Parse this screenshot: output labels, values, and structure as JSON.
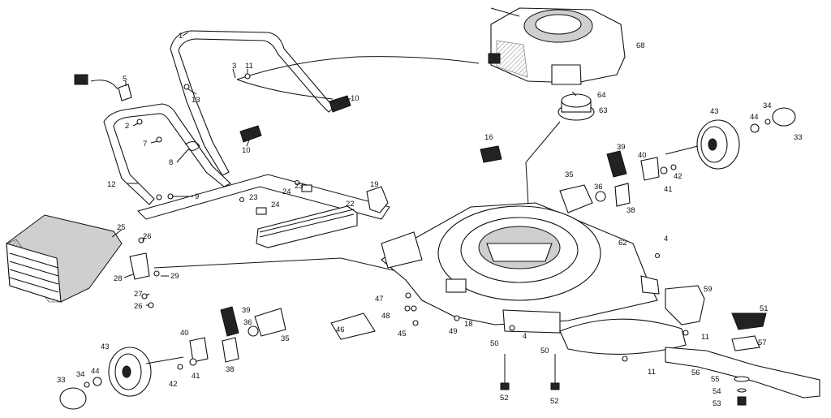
{
  "callouts": [
    {
      "id": "c-1",
      "text": "1"
    },
    {
      "id": "c-3",
      "text": "3"
    },
    {
      "id": "c-11a",
      "text": "11"
    },
    {
      "id": "c-13",
      "text": "13"
    },
    {
      "id": "c-10a",
      "text": "10"
    },
    {
      "id": "c-10b",
      "text": "10"
    },
    {
      "id": "c-5",
      "text": "5"
    },
    {
      "id": "c-2",
      "text": "2"
    },
    {
      "id": "c-7",
      "text": "7"
    },
    {
      "id": "c-8",
      "text": "8"
    },
    {
      "id": "c-12",
      "text": "12"
    },
    {
      "id": "c-9",
      "text": "9"
    },
    {
      "id": "c-23a",
      "text": "23"
    },
    {
      "id": "c-24a",
      "text": "24"
    },
    {
      "id": "c-23b",
      "text": "23"
    },
    {
      "id": "c-24b",
      "text": "24"
    },
    {
      "id": "c-19",
      "text": "19"
    },
    {
      "id": "c-22",
      "text": "22"
    },
    {
      "id": "c-25",
      "text": "25"
    },
    {
      "id": "c-26a",
      "text": "26"
    },
    {
      "id": "c-28",
      "text": "28"
    },
    {
      "id": "c-29",
      "text": "29"
    },
    {
      "id": "c-27",
      "text": "27"
    },
    {
      "id": "c-26b",
      "text": "26"
    },
    {
      "id": "c-68",
      "text": "68"
    },
    {
      "id": "c-64",
      "text": "64"
    },
    {
      "id": "c-63",
      "text": "63"
    },
    {
      "id": "c-16",
      "text": "16"
    },
    {
      "id": "c-43a",
      "text": "43"
    },
    {
      "id": "c-34a",
      "text": "34"
    },
    {
      "id": "c-44a",
      "text": "44"
    },
    {
      "id": "c-33a",
      "text": "33"
    },
    {
      "id": "c-39a",
      "text": "39"
    },
    {
      "id": "c-40a",
      "text": "40"
    },
    {
      "id": "c-42a",
      "text": "42"
    },
    {
      "id": "c-41a",
      "text": "41"
    },
    {
      "id": "c-38a",
      "text": "38"
    },
    {
      "id": "c-35a",
      "text": "35"
    },
    {
      "id": "c-36a",
      "text": "36"
    },
    {
      "id": "c-62",
      "text": "62"
    },
    {
      "id": "c-4a",
      "text": "4"
    },
    {
      "id": "c-59",
      "text": "59"
    },
    {
      "id": "c-47",
      "text": "47"
    },
    {
      "id": "c-48",
      "text": "48"
    },
    {
      "id": "c-46",
      "text": "46"
    },
    {
      "id": "c-45",
      "text": "45"
    },
    {
      "id": "c-49",
      "text": "49"
    },
    {
      "id": "c-18",
      "text": "18"
    },
    {
      "id": "c-4b",
      "text": "4"
    },
    {
      "id": "c-11b",
      "text": "11"
    },
    {
      "id": "c-51",
      "text": "51"
    },
    {
      "id": "c-57",
      "text": "57"
    },
    {
      "id": "c-39b",
      "text": "39"
    },
    {
      "id": "c-36b",
      "text": "36"
    },
    {
      "id": "c-35b",
      "text": "35"
    },
    {
      "id": "c-40b",
      "text": "40"
    },
    {
      "id": "c-43b",
      "text": "43"
    },
    {
      "id": "c-42b",
      "text": "42"
    },
    {
      "id": "c-41b",
      "text": "41"
    },
    {
      "id": "c-38b",
      "text": "38"
    },
    {
      "id": "c-50a",
      "text": "50"
    },
    {
      "id": "c-50b",
      "text": "50"
    },
    {
      "id": "c-11c",
      "text": "11"
    },
    {
      "id": "c-56",
      "text": "56"
    },
    {
      "id": "c-55",
      "text": "55"
    },
    {
      "id": "c-54",
      "text": "54"
    },
    {
      "id": "c-53",
      "text": "53"
    },
    {
      "id": "c-52a",
      "text": "52"
    },
    {
      "id": "c-52b",
      "text": "52"
    },
    {
      "id": "c-33b",
      "text": "33"
    },
    {
      "id": "c-34b",
      "text": "34"
    },
    {
      "id": "c-44b",
      "text": "44"
    }
  ]
}
